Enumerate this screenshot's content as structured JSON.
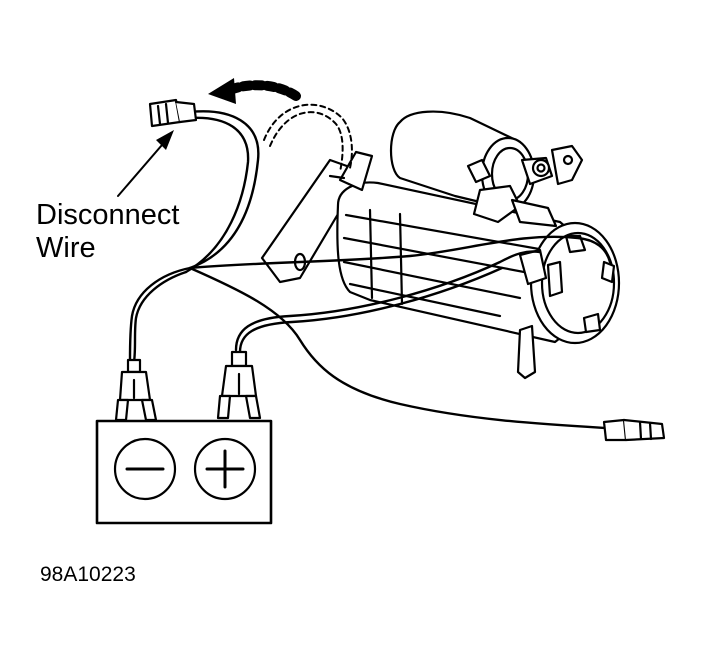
{
  "callout": {
    "line1": "Disconnect",
    "line2": "Wire"
  },
  "figure_code": "98A10223",
  "battery": {
    "negative_symbol": "minus-icon",
    "positive_symbol": "plus-icon"
  },
  "colors": {
    "ink": "#000000",
    "paper": "#ffffff"
  }
}
